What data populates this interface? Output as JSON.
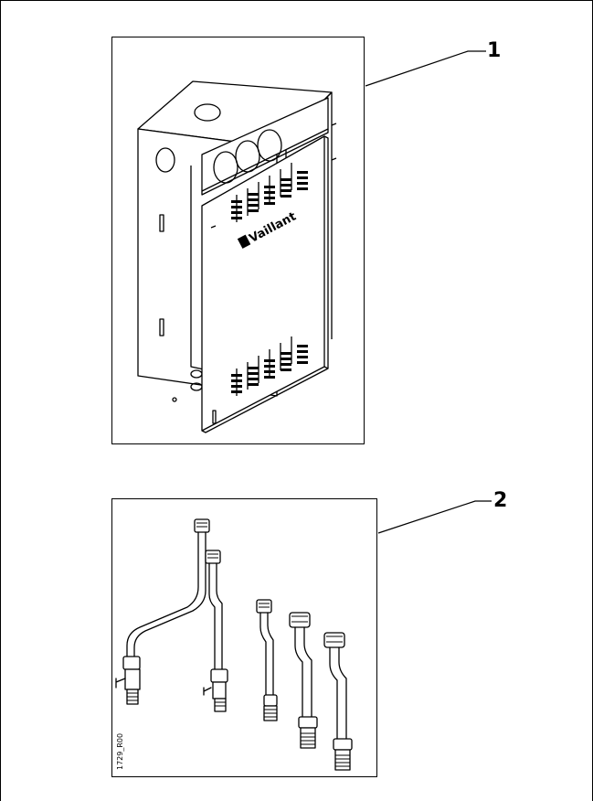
{
  "callouts": {
    "item1": "1",
    "item2": "2"
  },
  "brand_logo": "Vaillant",
  "figure_ref": "1729_R00",
  "colors": {
    "line": "#000000",
    "background": "#ffffff",
    "shade": "#e6e6e6"
  }
}
